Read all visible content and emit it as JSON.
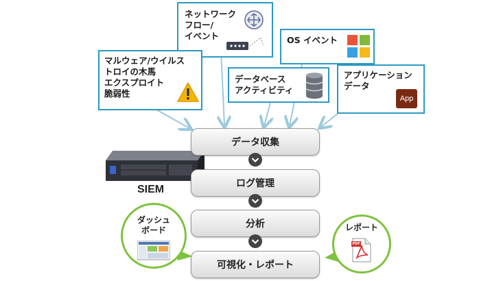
{
  "sources": {
    "network": {
      "label": "ネットワーク\nフロー/\nイベント",
      "icon": "router-icon"
    },
    "os": {
      "label": "OS イベント",
      "icon": "windows-logo-icon"
    },
    "malware": {
      "label": "マルウェア/ウイルス\nトロイの木馬\nエクスプロイト\n脆弱性",
      "icon": "warning-icon"
    },
    "database": {
      "label": "データベース\nアクティビティ",
      "icon": "database-icon"
    },
    "application": {
      "label": "アプリケーション\nデータ",
      "icon": "app-icon",
      "icon_text": "App"
    }
  },
  "pipeline": {
    "steps": [
      "データ収集",
      "ログ管理",
      "分析",
      "可視化・レポート"
    ]
  },
  "siem": {
    "label": "SIEM"
  },
  "dashboard": {
    "label": "ダッシュ\nボード"
  },
  "report": {
    "label": "レポート",
    "icon_text": "PDF"
  },
  "colors": {
    "box_border": "#2b98c4",
    "arrow": "#9cc9de",
    "circle_border": "#7dc23d",
    "warning": "#f5b400"
  }
}
